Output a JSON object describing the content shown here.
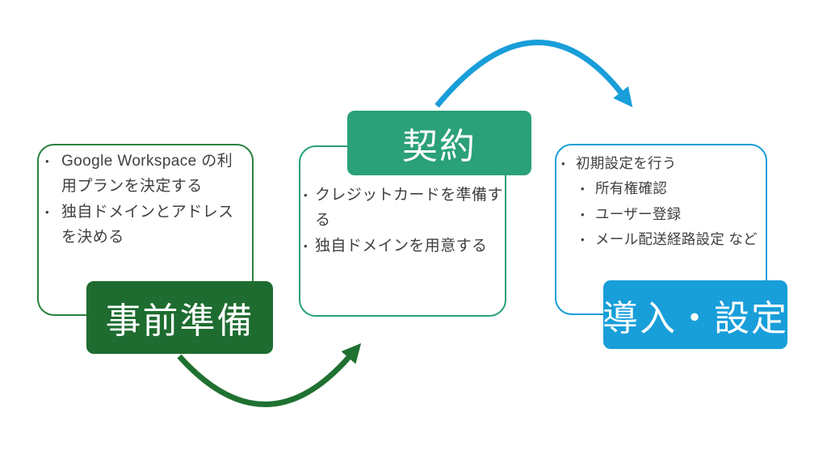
{
  "diagram": {
    "type": "process-flow",
    "bullet_char": "•",
    "text_color": "#404040",
    "label_text_color": "#ffffff",
    "steps": [
      {
        "label": "事前準備",
        "accent_color": "#1E6C30",
        "outline_color": "#2B813E",
        "bullets": [
          {
            "text": "Google Workspace の利用プランを決定する"
          },
          {
            "text": "独自ドメインとアドレスを決める"
          }
        ]
      },
      {
        "label": "契約",
        "accent_color": "#2AA178",
        "outline_color": "#2AA178",
        "bullets": [
          {
            "text": "クレジットカードを準備する"
          },
          {
            "text": "独自ドメインを用意する"
          }
        ]
      },
      {
        "label": "導入・設定",
        "accent_color": "#189ED9",
        "outline_color": "#189ED9",
        "bullets": [
          {
            "text": "初期設定を行う"
          },
          {
            "text": "所有権確認",
            "sub": true
          },
          {
            "text": "ユーザー登録",
            "sub": true
          },
          {
            "text": "メール配送経路設定 など",
            "sub": true
          }
        ]
      }
    ],
    "arrows": [
      {
        "name": "preparation-to-contract",
        "color": "#1F7131"
      },
      {
        "name": "contract-to-setup",
        "color": "#189ED9"
      }
    ]
  }
}
